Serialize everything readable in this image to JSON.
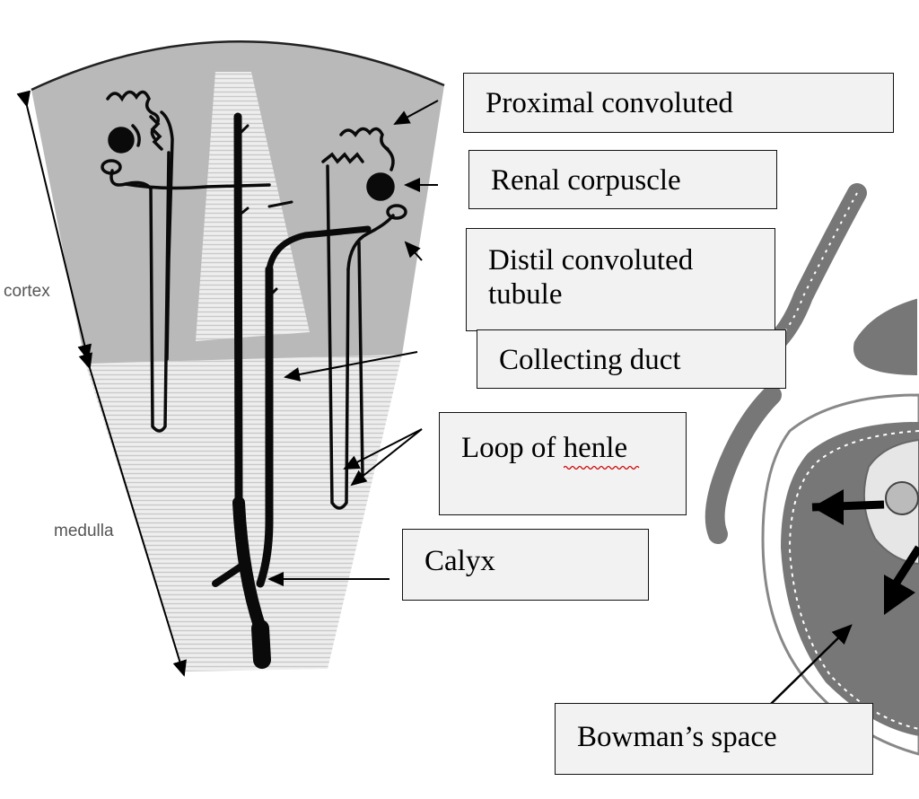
{
  "diagram": {
    "side_labels": {
      "cortex": "cortex",
      "medulla": "medulla"
    },
    "callouts": {
      "proximal": "Proximal convoluted",
      "renal_corpuscle": "Renal corpuscle",
      "distil_line1": "Distil convoluted",
      "distil_line2": "tubule",
      "collecting_duct": "Collecting duct",
      "loop_prefix": "Loop of ",
      "loop_word": "henle",
      "calyx": "Calyx",
      "bowman": "Bowman’s space"
    },
    "colors": {
      "cortex_fill": "#b9b9b9",
      "medulla_fill": "#e9e9e9",
      "tubule": "#0a0a0a",
      "box_fill": "#f2f2f2",
      "glomerulus_dark": "#7a7a7a",
      "spellcheck": "#cc0000"
    }
  }
}
